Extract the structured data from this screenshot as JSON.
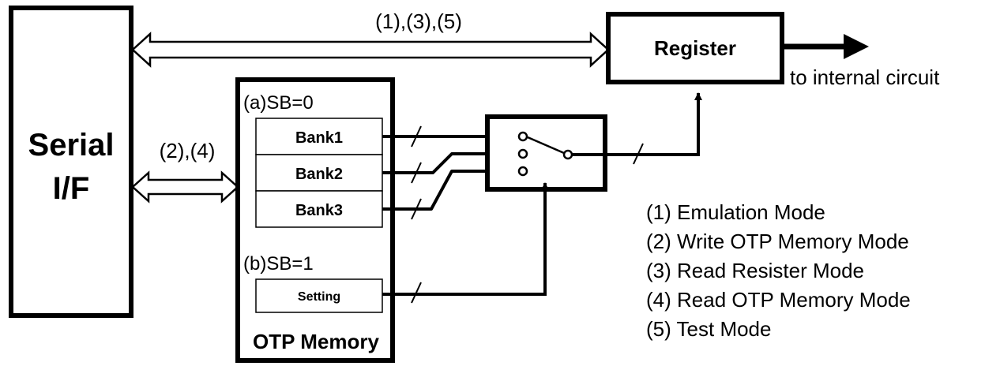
{
  "blocks": {
    "serial_if": {
      "line1": "Serial",
      "line2": "I/F"
    },
    "register": {
      "label": "Register"
    },
    "otp_memory": {
      "label": "OTP Memory",
      "section_a": "(a)SB=0",
      "section_b": "(b)SB=1",
      "banks": [
        "Bank1",
        "Bank2",
        "Bank3"
      ],
      "setting": "Setting"
    }
  },
  "connections": {
    "top_bus_label": "(1),(3),(5)",
    "mid_bus_label": "(2),(4)",
    "output_label": "to internal circuit"
  },
  "modes": [
    "(1) Emulation Mode",
    "(2) Write OTP Memory Mode",
    "(3) Read Resister Mode",
    "(4) Read OTP Memory Mode",
    "(5) Test Mode"
  ]
}
